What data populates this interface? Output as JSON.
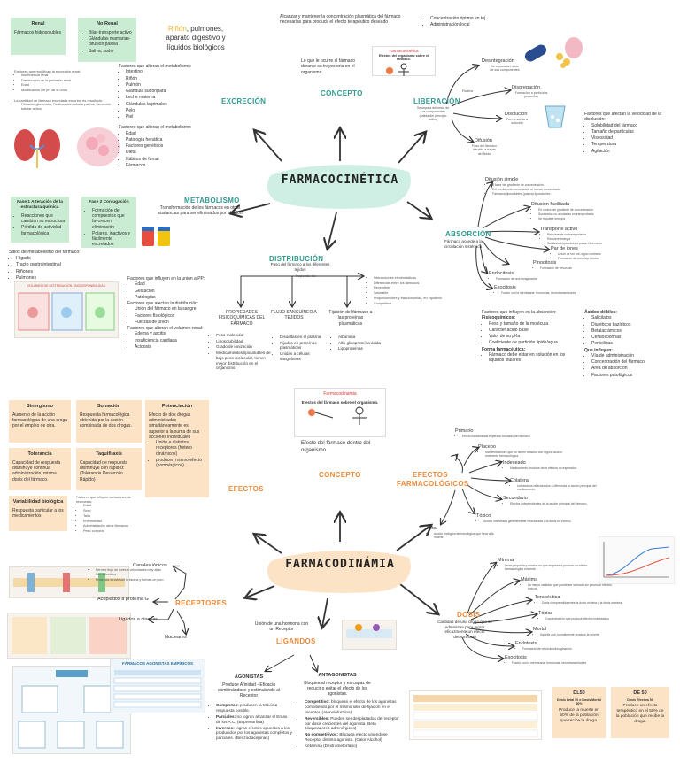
{
  "top_left": {
    "renal_title": "Renal",
    "renal_text": "Fármacos hidrosolubles",
    "norenal_title": "No Renal",
    "norenal_items": [
      "Bilar-transporte activo",
      "Glándulas mamarias-difusión pasiva",
      "Saliva, sudor"
    ],
    "excretion_factors_note": "Factores que modifican la excreción renal:",
    "excretion_factors_list": [
      "Insuficiencia renal",
      "Disminución de la perfusión renal",
      "Edad",
      "Modificación del pH de la orina"
    ],
    "renal_process_note": "La cantidad de fármaco excretada en orina es resultado:",
    "renal_process_list": [
      "Filtración glomerular, Reabsorción tubular pasiva, Secreción tubular activa"
    ]
  },
  "rinon_line": {
    "colored": "Riñón",
    "rest": ", pulmones, aparato digestivo y líquidos biológicos"
  },
  "excrecion": {
    "title": "EXCRECIÓN",
    "factors_title": "Factores que alteran el metabolismo:",
    "factors": [
      "Intestino",
      "Riñón",
      "Pulmón",
      "Glándula sudorípara",
      "Leche materna",
      "Glándulas lagrimales",
      "Pelo",
      "Piel"
    ],
    "factors2_title": "Factores que alteran el metabolismo:",
    "factors2": [
      "Edad",
      "Patología hepática",
      "Factores genéticos",
      "Dieta",
      "Hábitos de fumar",
      "Fármacos"
    ]
  },
  "concepto_top": {
    "text": "Alcanzar y mantener la concentración plasmática del fármaco necesarias para producir el efecto terapéutico deseado",
    "bullets": [
      "Concentración óptima en tej.",
      "Administración local"
    ],
    "under_text": "Lo que le ocurre al fármaco durante su trayectoria en el organismo",
    "title": "CONCEPTO",
    "img_title": "Farmacocinética",
    "img_caption": "Efectos del organismo sobre el fármaco."
  },
  "liberacion": {
    "title": "LIBERACIÓN",
    "desc": "Se separa del resto de sus componentes (salida del principio activo)",
    "route": "Rodea",
    "steps": [
      {
        "name": "Desintegración",
        "desc": "Se separa del resto de sus componentes"
      },
      {
        "name": "Disgregación",
        "desc": "Formación a partículas pequeñas"
      },
      {
        "name": "Disolución",
        "desc": "Forma solida a solución"
      },
      {
        "name": "Difusión",
        "desc": "Paso del fármaco disuelto a través del fluido"
      }
    ],
    "factors_title": "Factores que afectan la velocidad de la disolución:",
    "factors": [
      "Solubilidad del fármaco",
      "Tamaño de partículas",
      "Viscosidad",
      "Temperatura",
      "Agitación"
    ]
  },
  "center_top_title": "FARMACOCINÉTICA",
  "metabolismo": {
    "phase1_title": "Fase 1 Alteración de la estructura química",
    "phase1_items": [
      "Reacciones que cambian su estructura",
      "Pérdida de actividad farmacológica"
    ],
    "phase2_title": "Fase 2 Conjugación",
    "phase2_items": [
      "Formación de compuestos que favorecen eliminación",
      "Polares, inactivos y fácilmente excretados"
    ],
    "title": "METABOLISMO",
    "desc": "Transformación de los fármacos en otras sustancias para ser eliminados por el riñón"
  },
  "distribucion": {
    "sites_title": "Sitios de metabolismo del fármaco:",
    "sites": [
      "Hígado",
      "Tracto gastrointestinal",
      "Riñones",
      "Pulmones"
    ],
    "title": "DISTRIBUCIÓN",
    "desc": "Paso del fármaco a los diferentes tejidos",
    "depends": "Depende de:",
    "interactions": [
      "Interacciones electrostáticas",
      "Diferencias entre los fármacos",
      "Reversible",
      "Saturable",
      "Proporción libre y fracción unida, en equilibrio",
      "Competitiva"
    ],
    "union_factors_title": "Factores que influyen en la unión a PP:",
    "union_factors": [
      "Edad",
      "Gestación",
      "Patologías"
    ],
    "union_altered_title": "Factores que afectan la distribución:",
    "union_altered": [
      "Unión del fármaco en la sangre",
      "Factores fisiológicos",
      "Fuerzas de unión"
    ],
    "volume_title": "Factores que alteran el volumen renal:",
    "volume": [
      "Edema y ascitis",
      "Insuficiencia cardiaca",
      "Acidosis"
    ],
    "col1_title": "PROPIEDADES FISICOQUÍMICAS DEL FÁRMACO",
    "col1_items": [
      "Peso molecular",
      "Liposolubilidad",
      "Grado de ionización",
      "Medicamentos liposolubles de bajo peso molecular, tienen mejor distribución en el organismo"
    ],
    "col2_title": "FLUJO SANGUÍNEO A TEJIDOS",
    "col2_items": [
      "Disueltas en el plasma",
      "Fijadas en proteínas plasmáticas",
      "Unidas a células sanguíneas"
    ],
    "col3_title": "Fijación del fármaco a las proteínas plasmáticas",
    "col3_items": [
      "Albúmina",
      "Alfa-glicoproteína ácida",
      "Lipoproteínas"
    ],
    "img_title": "VOLUMEN DE DISTRIBUCIÓN / BIODISPONIBILIDAD"
  },
  "absorcion": {
    "title": "ABSORCIÓN",
    "desc": "Fármaco accede a la circulación sistémica",
    "mechanisms": [
      {
        "name": "Difusión simple",
        "desc": [
          "A favor del gradiente de concentración",
          "Del medio más concentrado al menos concentrado",
          "Fármacos liposolubles (pasiva) liposolubles"
        ]
      },
      {
        "name": "Difusión facilitada",
        "desc": [
          "En contra del gradiente de concentración",
          "Sustancias no ayudadas en transportador",
          "Se requiere energía"
        ]
      },
      {
        "name": "Transporte activo",
        "desc": [
          "Requiere de un transportador",
          "Requiere energía",
          "Sustancias liposolubles pasan libremente"
        ]
      },
      {
        "name": "Par de iones",
        "desc": [
          "Unión de ion con signo contrario",
          "Formación de complejo neutro"
        ]
      },
      {
        "name": "Pinocitosis",
        "desc": [
          "Formación de vesículas"
        ]
      },
      {
        "name": "Endocitosis",
        "desc": [
          "Formación de una invaginación"
        ]
      },
      {
        "name": "Exocitosis",
        "desc": [
          "Fusión con la membrana: hormonas, neurotransmisores"
        ]
      }
    ],
    "factors_title": "Factores que influyen en la absorción:",
    "physchem_title": "Fisicoquímicos:",
    "physchem": [
      "Peso y tamaño de la molécula",
      "Carácter ácido base",
      "Valor de su pKa",
      "Coeficiente de partición lipido/agua"
    ],
    "form_title": "Forma farmacéutica:",
    "form": [
      "Fármaco debe estar en solución en los líquidos titulares"
    ],
    "acids_title": "Ácidos débiles:",
    "acids": [
      "Salicilatos",
      "Diuréticos tiazídicos",
      "Betalactámicos",
      "Cefalosporinas",
      "Penicilinas"
    ],
    "influyen_title": "Que influyen:",
    "influyen": [
      "Vía de administración",
      "Concentración del fármaco",
      "Área de absorción",
      "Factores patológicos"
    ]
  },
  "center_bottom_title": "FARMACODINÁMIA",
  "efectos": {
    "cards": [
      {
        "title": "Sinergismo",
        "text": "Aumento de la acción farmacológica de una droga por el empleo de otra."
      },
      {
        "title": "Sumación",
        "text": "Respuesta farmacológica obtenida por la acción combinada de dos drogas."
      },
      {
        "title": "Potenciación",
        "text": "Efecto de dos drogas administradas simultáneamente es superior a la suma de sus acciones individuales"
      },
      {
        "title": "Tolerancia",
        "text": "Capacidad de respuesta disminuye continua administración, misma dosis del fármaco."
      },
      {
        "title": "Taquifilaxis",
        "text": "Capacidad de respuesta disminuye con rapidez (Tolerancia Desarrollo Rápido)"
      },
      {
        "title": "Variabilidad biológica",
        "text": "Respuesta particular a los medicamentos"
      }
    ],
    "potenciacion_bullets": [
      "Unión a distintos receptores (hetero dinámicos)",
      "producen mismo efecto (homoérgicos)"
    ],
    "variability_title": "Factores que influyen variaciones de respuesta:",
    "variability": [
      "Edad",
      "Sexo",
      "Talla",
      "Enfermedad",
      "Administración otros fármacos",
      "Peso corporal"
    ],
    "title": "EFECTOS"
  },
  "concepto_bottom": {
    "img_title": "Farmacodinamia",
    "img_caption": "Efectos del fármaco sobre el organismo.",
    "text": "Efecto del fármaco dentro del organismo",
    "title": "CONCEPTO"
  },
  "efectos_farm": {
    "title": "EFECTOS FARMACOLÓGICOS",
    "items": [
      {
        "name": "Primario",
        "desc": "Efecto fundamental esperado buscado del fármaco"
      },
      {
        "name": "Placebo",
        "desc": "Manifestaciones que no tienen relación con alguna acción realmente farmacológica"
      },
      {
        "name": "Indeseado",
        "desc": "Medicamento produce otros efectos no esperados"
      },
      {
        "name": "Colateral",
        "desc": "Indeseados relacionados a diferencia la acción principal del medicamento"
      },
      {
        "name": "Secundario",
        "desc": "Efectos independientes de la acción principal del fármaco"
      },
      {
        "name": "Tóxico",
        "desc": "Acción indeseada generalmente relacionada a la dosis en exceso"
      },
      {
        "name": "Letal",
        "desc": "Acción biológica farmacológica que lleva a la muerte"
      }
    ]
  },
  "receptores": {
    "title": "RECEPTORES",
    "types": [
      "Canales iónicos",
      "Acoplados a proteína G",
      "Ligados a cinasas",
      "Nucleares"
    ],
    "ionic_notes": [
      "Permite flujo de iones a velocidades muy altas",
      "Son selectivos",
      "Proteínas atraviesan la bicapa y forman un poro"
    ]
  },
  "ligandos": {
    "title": "LIGANDOS",
    "desc": "Unión de una hormona con un Receptor",
    "agonistas_title": "AGONISTAS",
    "agonistas_desc": "Produce Afinidad - Eficacia combinándose y estimulando al Receptor",
    "agonistas_list": [
      {
        "b": "Completos:",
        "t": "producen la Máxima respuesta posible."
      },
      {
        "b": "Parciales:",
        "t": "no logran alcanzar el Emax. de los A.C. (Buprenorfina)"
      },
      {
        "b": "Inversos:",
        "t": "logran efectos opuestos a los producidos por los agonistas completos y parciales. (Benzodiacepinas)"
      }
    ],
    "antagonistas_title": "ANTAGONISTAS",
    "antagonistas_desc": "Bloquea al receptor y es capaz de reducir o evitar el efecto de los agonistas.",
    "antagonistas_list": [
      {
        "b": "Competitivo:",
        "t": "bloquean el efecto de los agonistas compitiendo por el mismo sitio de fijación en el receptor. (Atenolol/Atrina)"
      },
      {
        "b": "Reversibles:",
        "t": "Pueden ser desplazados del receptor por dosis crecientes del agonista (Beta bloqueadores adrenérgicos)"
      },
      {
        "b": "No competitivos:",
        "t": "Bloquea efecto uniéndose Receptor distinto agonista. (Calor Alcohol)"
      },
      {
        "b": "",
        "t": "Ketamina (Dextrometorfano)"
      }
    ],
    "img_title": "FÁRMACOS AGONISTAS EMPÍRICOS"
  },
  "dosis": {
    "title": "DOSIS",
    "desc": "Cantidad de una droga que se administra para lograr eficazmente un efecto determinado",
    "items": [
      {
        "name": "Mínima",
        "desc": "Dosis pequeña y mínima en que empieza a producir un efecto farmacológico evidente"
      },
      {
        "name": "Máxima",
        "desc": "La mayor cantidad que puede ser tolerada sin provocar efectos tóxicos"
      },
      {
        "name": "Terapéutica",
        "desc": "Dosis comprendida entre la dosis mínima y la dosis máxima"
      },
      {
        "name": "Tóxica",
        "desc": "Concentración que produce efectos indeseados"
      },
      {
        "name": "Mortal",
        "desc": "Aquella que normalmente produce la muerte"
      },
      {
        "name": "Endotoxis",
        "desc": "Formación de vesículas/invaginación"
      },
      {
        "name": "Exocitosis",
        "desc": "Fusión con la membrana: hormonas, neurotransmisores"
      }
    ],
    "dl50_title": "DL50",
    "dl50_sub": "Dosis Letal 50 o Dosis Mortal 50%",
    "dl50_text": "Produce la muerte en 50% de la población que recibe la droga.",
    "de50_title": "DE 50",
    "de50_sub": "Dosis Efectiva 50",
    "de50_text": "Produce un efecto terapéutico en el 50% de la población que recibe la droga."
  },
  "colors": {
    "teal": "#2f9a8e",
    "orange": "#ee8a3a",
    "green_box": "#c9ecd3",
    "peach_box": "#fde3c6"
  }
}
